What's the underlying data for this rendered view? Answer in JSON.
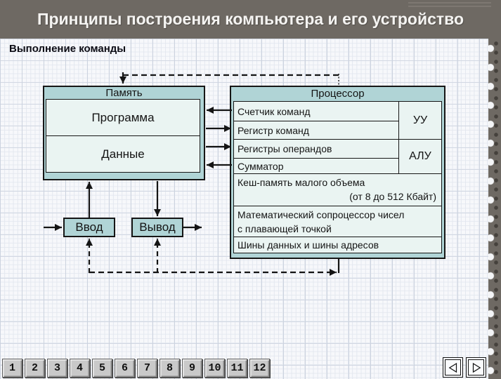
{
  "header": {
    "title": "Принципы построения компьютера и его устройство"
  },
  "subtitle": "Выполнение команды",
  "diagram": {
    "memory": {
      "title": "Память",
      "cells": [
        "Программа",
        "Данные"
      ]
    },
    "processor": {
      "title": "Процессор",
      "left_rows": [
        "Счетчик команд",
        "Регистр команд",
        "Регистры операндов",
        "Сумматор"
      ],
      "unit_cells": [
        "УУ",
        "АЛУ"
      ],
      "cache_row": {
        "line1": "Кеш-память малого объема",
        "line2": "(от 8 до 512 Кбайт)"
      },
      "coprocessor_row": {
        "line1": "Математический сопроцессор чисел",
        "line2": "с плавающей точкой"
      },
      "bus_row": "Шины данных и шины адресов"
    },
    "io": {
      "input_label": "Ввод",
      "output_label": "Вывод"
    }
  },
  "navigation": {
    "pages": [
      "1",
      "2",
      "3",
      "4",
      "5",
      "6",
      "7",
      "8",
      "9",
      "10",
      "11",
      "12"
    ],
    "prev_icon": "left-triangle",
    "next_icon": "right-triangle"
  },
  "colors": {
    "frame_gray": "#6e6963",
    "paper": "#f7f8fb",
    "box_teal": "#b0d4d6",
    "cell_fill": "#eaf4f2",
    "ink": "#141414",
    "title_text": "#f5f4f2"
  }
}
